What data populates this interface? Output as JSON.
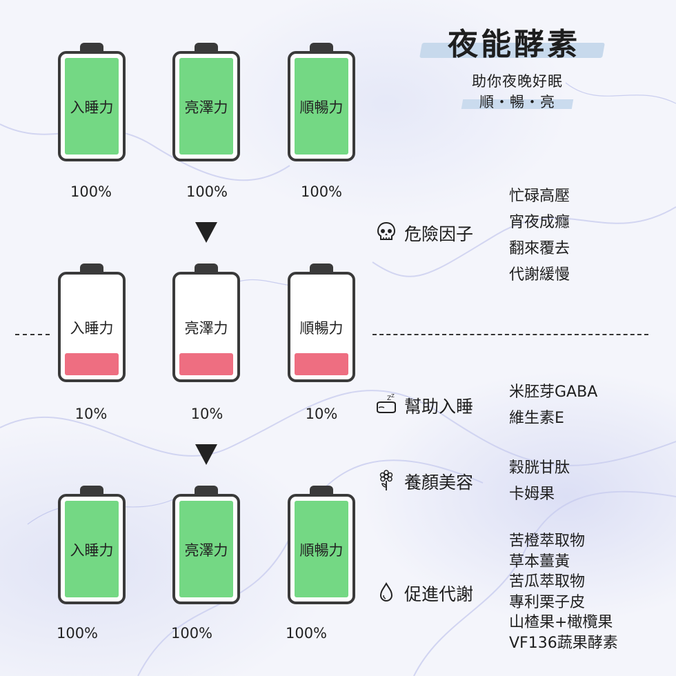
{
  "title": "夜能酵素",
  "subtitle": "助你夜晚好眠",
  "subtitle2": "順・暢・亮",
  "battery_rows": [
    {
      "batteries": [
        {
          "label": "入睡力",
          "percent": "100%",
          "level": 1.0
        },
        {
          "label": "亮澤力",
          "percent": "100%",
          "level": 1.0
        },
        {
          "label": "順暢力",
          "percent": "100%",
          "level": 1.0
        }
      ]
    },
    {
      "batteries": [
        {
          "label": "入睡力",
          "percent": "10%",
          "level": 0.1
        },
        {
          "label": "亮澤力",
          "percent": "10%",
          "level": 0.1
        },
        {
          "label": "順暢力",
          "percent": "10%",
          "level": 0.1
        }
      ]
    },
    {
      "batteries": [
        {
          "label": "入睡力",
          "percent": "100%",
          "level": 1.0
        },
        {
          "label": "亮澤力",
          "percent": "100%",
          "level": 1.0
        },
        {
          "label": "順暢力",
          "percent": "100%",
          "level": 1.0
        }
      ]
    }
  ],
  "categories": {
    "danger": {
      "icon": "skull-icon",
      "name": "危險因子",
      "items": [
        "忙碌高壓",
        "宵夜成癮",
        "翻來覆去",
        "代謝緩慢"
      ]
    },
    "sleep": {
      "icon": "sleeping-pillow-icon",
      "name": "幫助入睡",
      "items": [
        "米胚芽GABA",
        "維生素E"
      ]
    },
    "beauty": {
      "icon": "flower-icon",
      "name": "養顏美容",
      "items": [
        "穀胱甘肽",
        "卡姆果"
      ]
    },
    "metabolism": {
      "icon": "water-drop-icon",
      "name": "促進代謝",
      "items": [
        "苦橙萃取物",
        "草本薑黃",
        "苦瓜萃取物",
        "專利栗子皮",
        "山楂果+橄欖果",
        "VF136蔬果酵素"
      ]
    }
  },
  "colors": {
    "full": "#74d884",
    "low": "#ee6e81",
    "outline": "#3a3a3a",
    "highlight": "#c7d9ec"
  }
}
